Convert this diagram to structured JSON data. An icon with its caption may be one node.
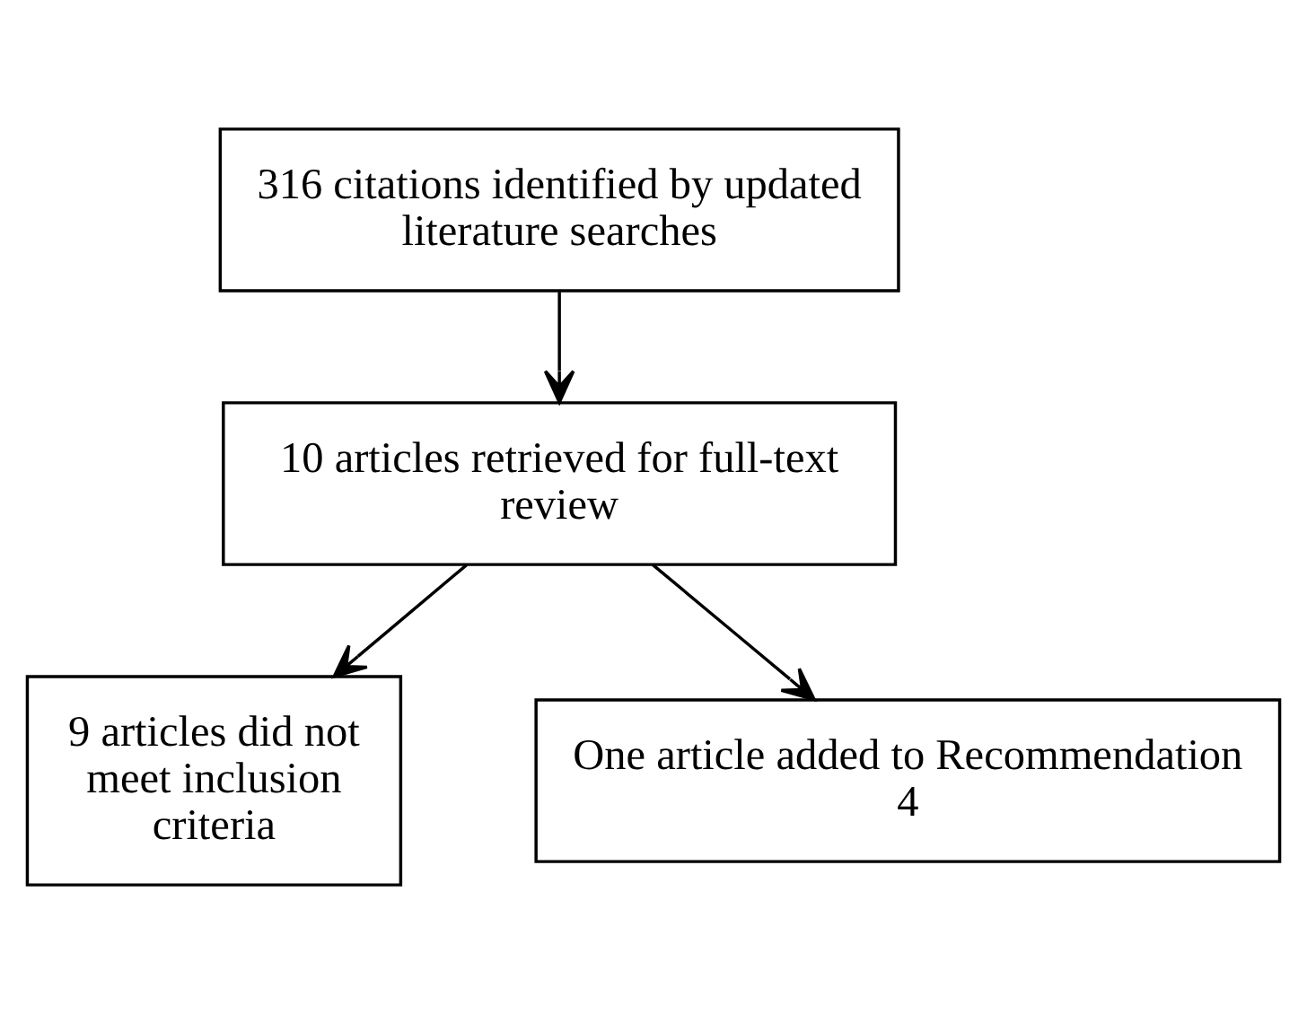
{
  "diagram": {
    "nodes": [
      {
        "text": [
          "316 citations identified by updated literature searches"
        ]
      },
      {
        "text": [
          "10 articles retrieved for full-text review"
        ]
      },
      {
        "text": [
          "9 articles did not meet inclusion criteria"
        ]
      },
      {
        "text": [
          "One article added to Recommendation 4"
        ]
      }
    ],
    "edges": [
      {
        "from": 0,
        "to": 1,
        "arrow": "to"
      },
      {
        "from": 1,
        "to": 2,
        "arrow": "to"
      },
      {
        "from": 1,
        "to": 3,
        "arrow": "to"
      }
    ]
  }
}
